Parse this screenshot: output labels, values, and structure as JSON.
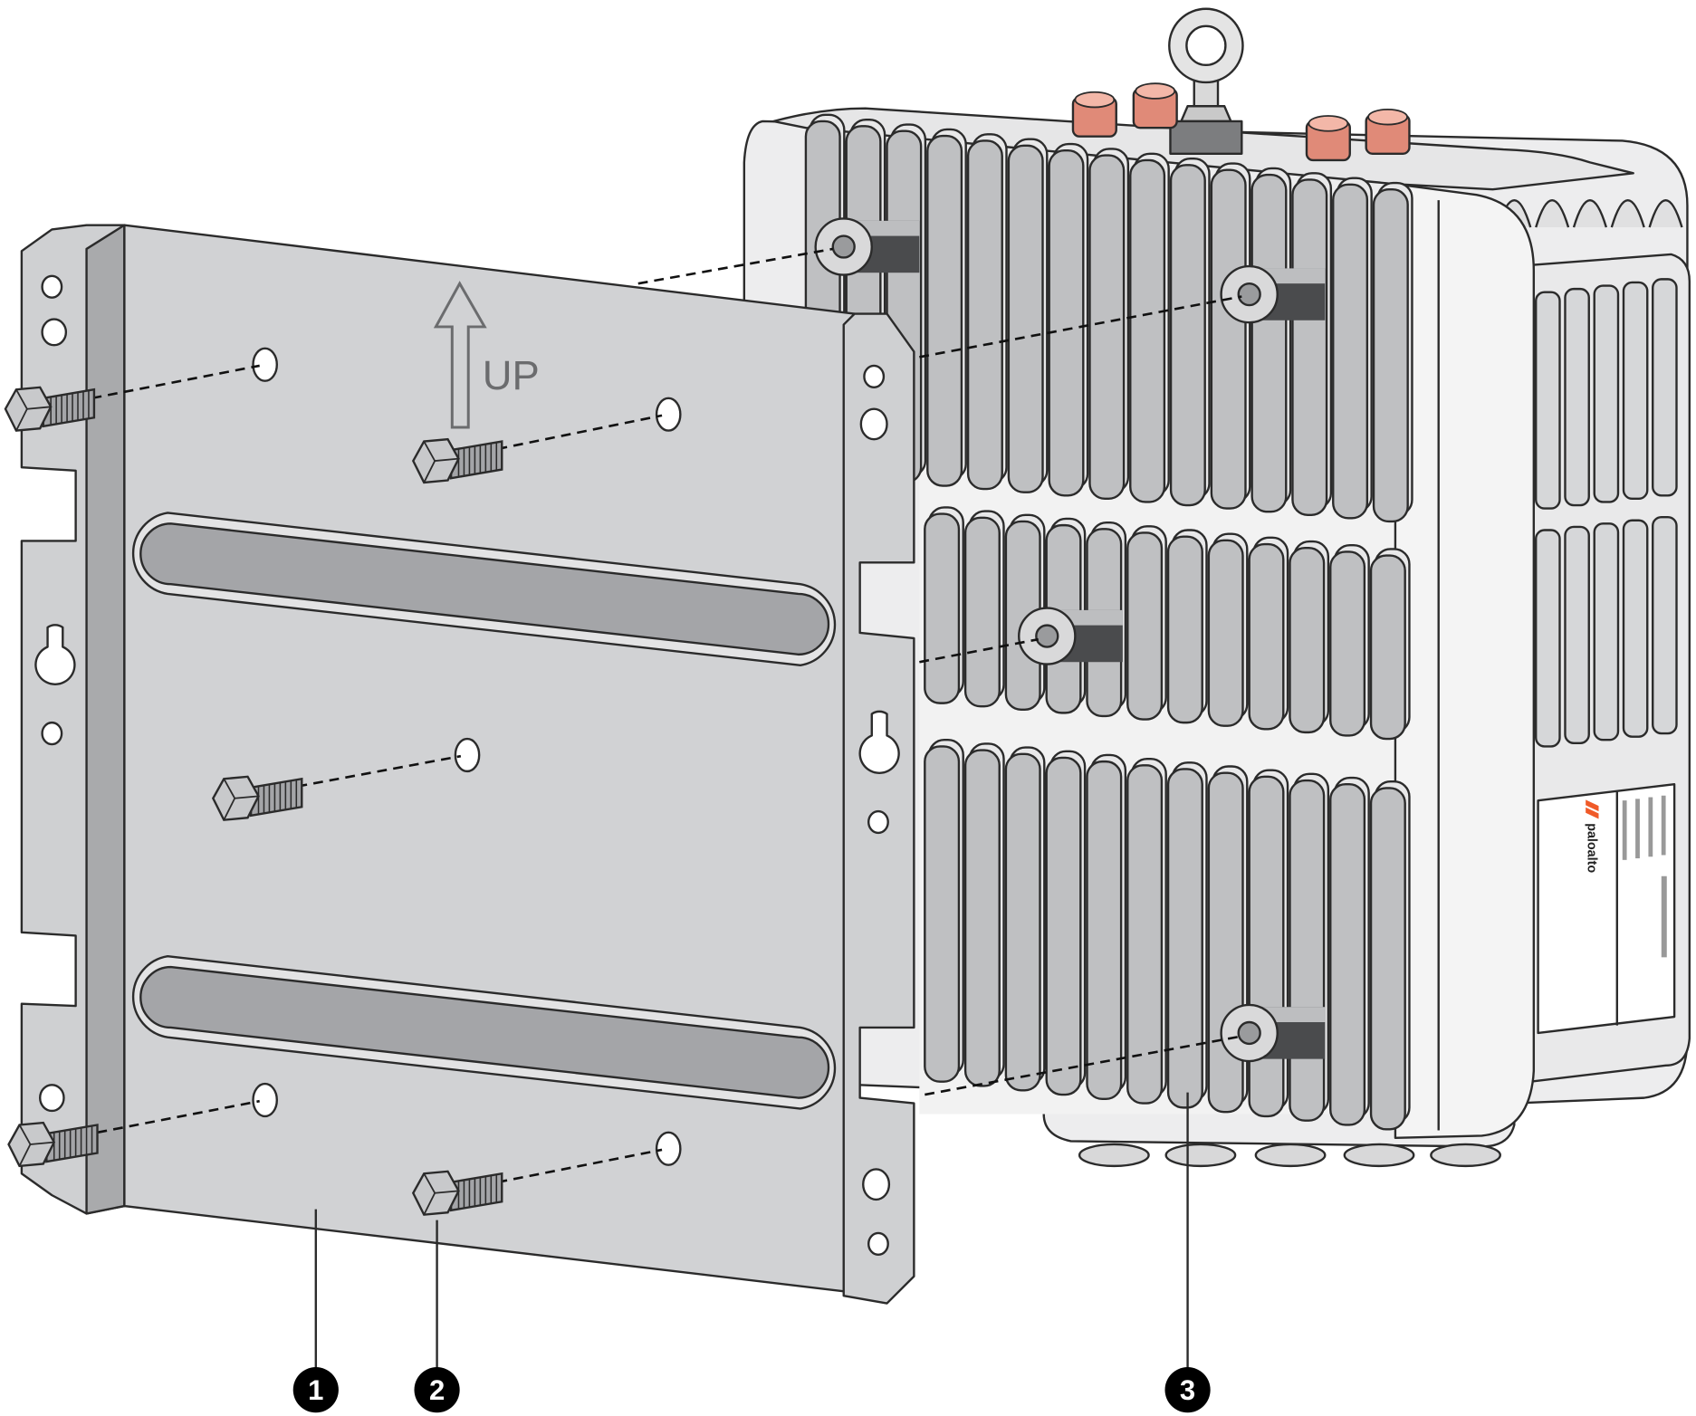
{
  "figure": {
    "up_label": "UP",
    "logo_text": "paloalto",
    "callouts": [
      {
        "number": "1"
      },
      {
        "number": "2"
      },
      {
        "number": "3"
      }
    ]
  },
  "colors": {
    "plate": "#d1d2d4",
    "plate_dark": "#a9aaac",
    "fin": "#bfc0c2",
    "body": "#f2f2f2",
    "cap": "#e08a78",
    "logo": "#f05a28",
    "callout": "#000000"
  }
}
